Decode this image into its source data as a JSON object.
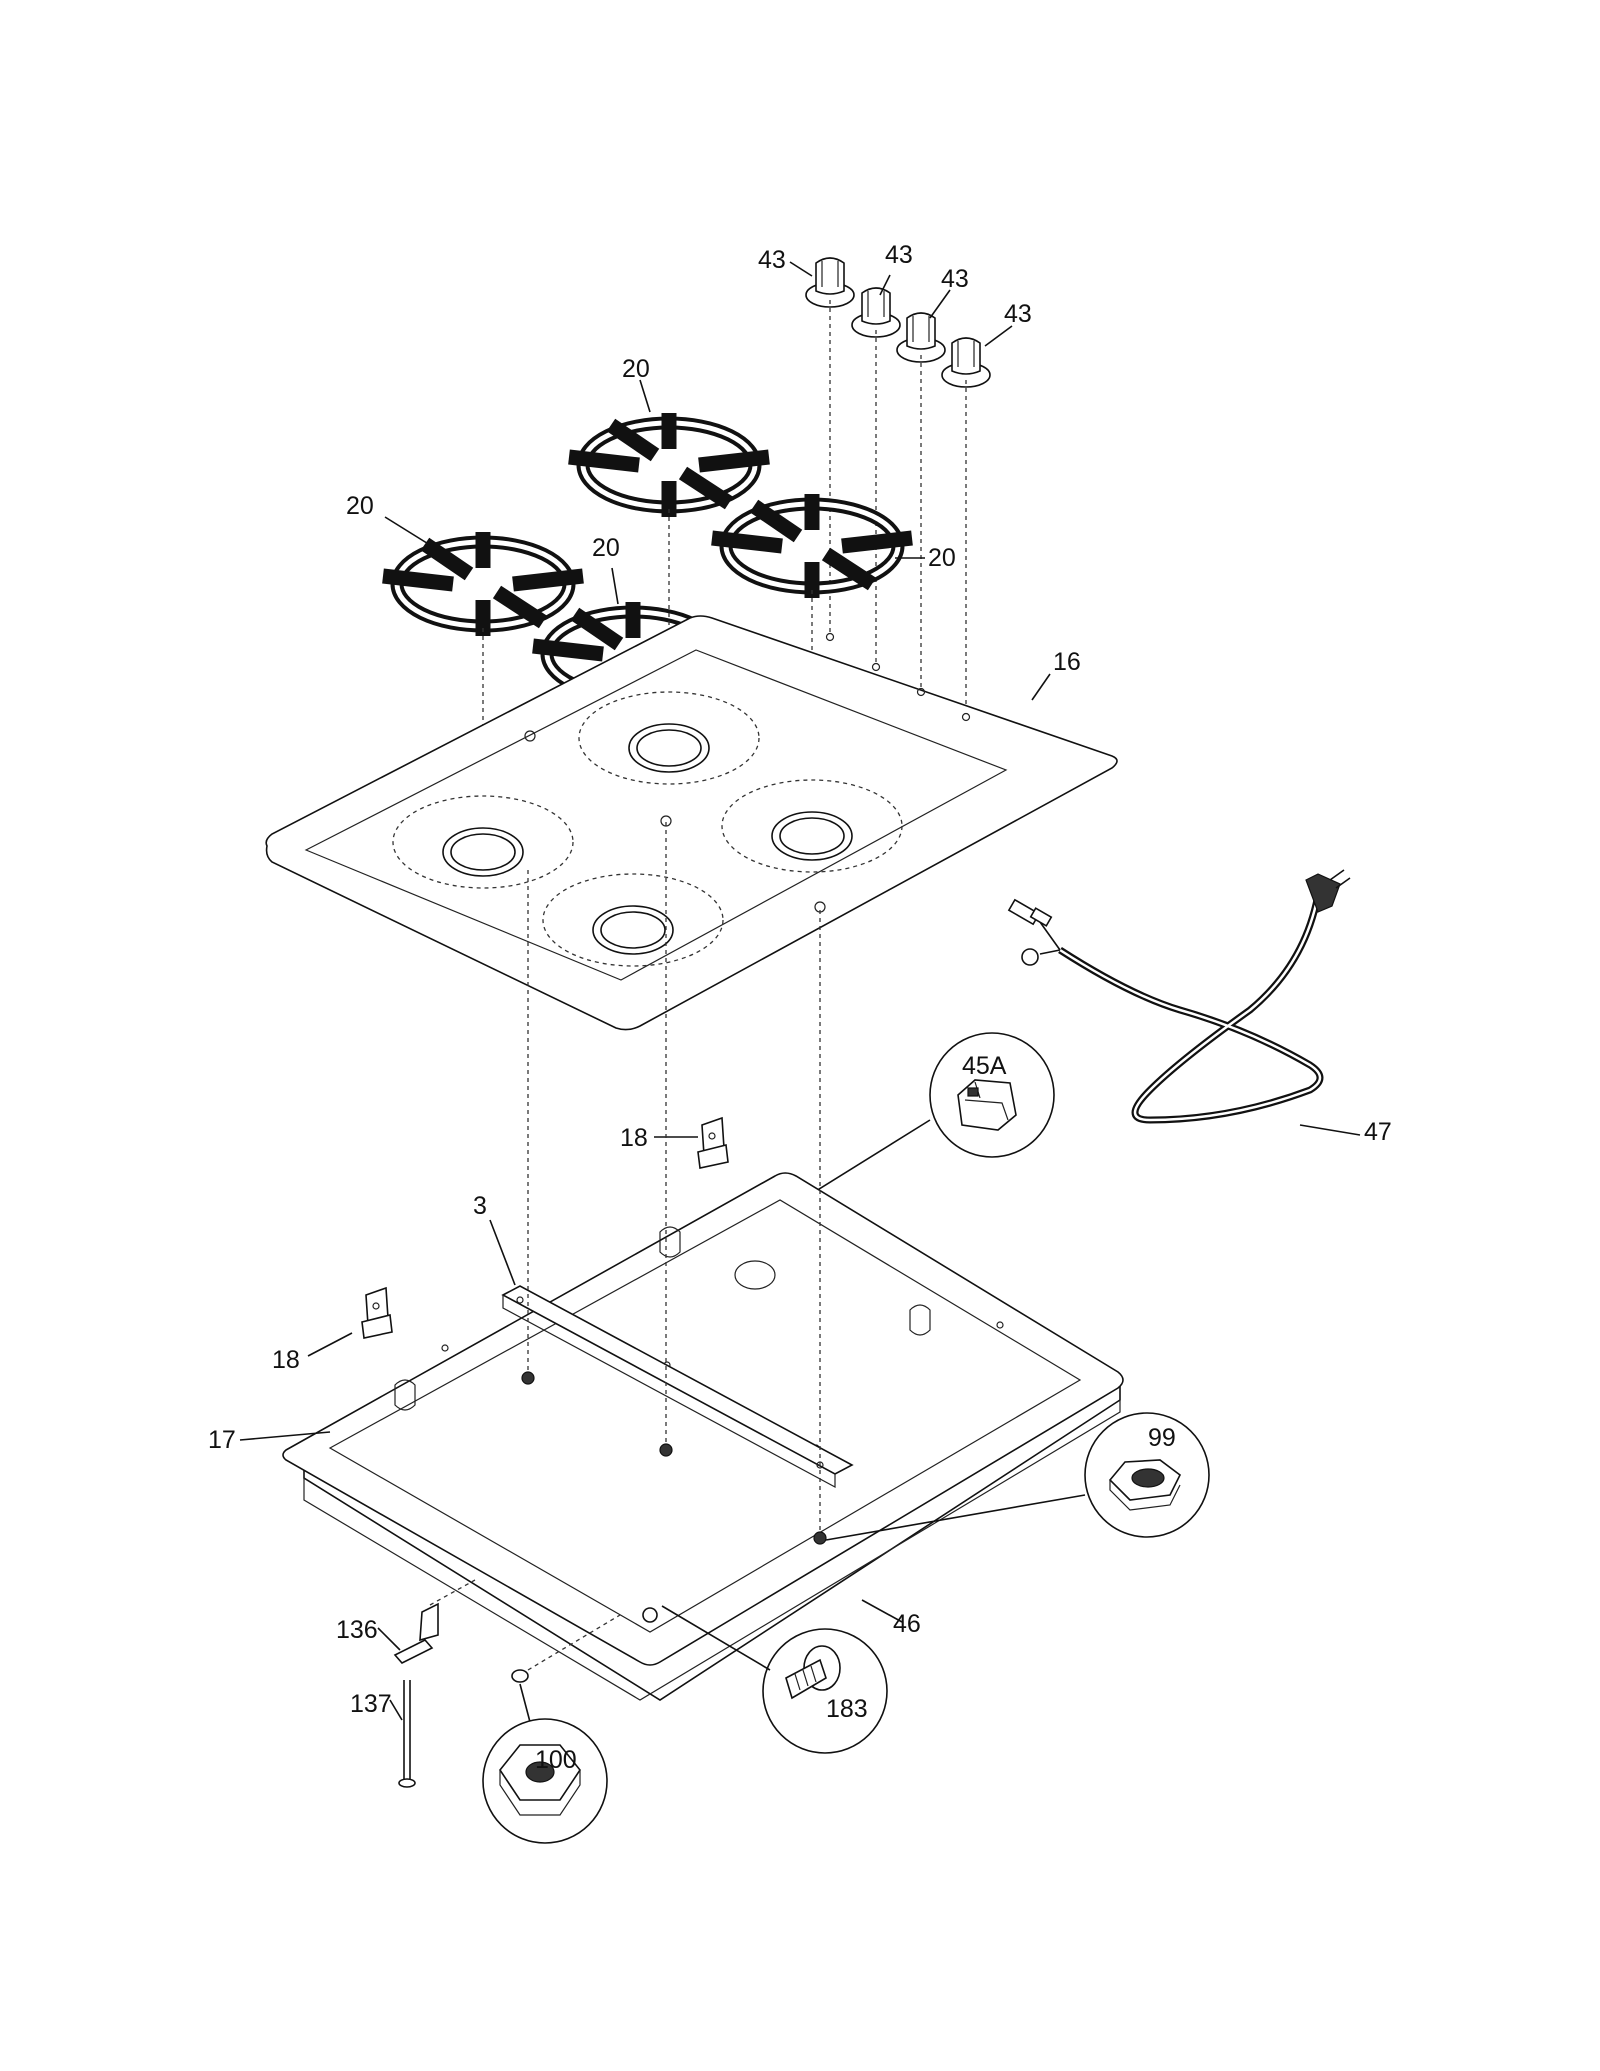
{
  "diagram": {
    "labels": {
      "knob_1": "43",
      "knob_2": "43",
      "knob_3": "43",
      "knob_4": "43",
      "grate_left": "20",
      "grate_back": "20",
      "grate_front": "20",
      "grate_right": "20",
      "cooktop": "16",
      "power_cord": "47",
      "spark_module": "45A",
      "bracket_upper": "18",
      "bracket_lower": "18",
      "channel": "3",
      "trim": "17",
      "nut_99": "99",
      "burner_box": "46",
      "bracket_136": "136",
      "screw_137": "137",
      "nut_100": "100",
      "screw_183": "183"
    }
  }
}
